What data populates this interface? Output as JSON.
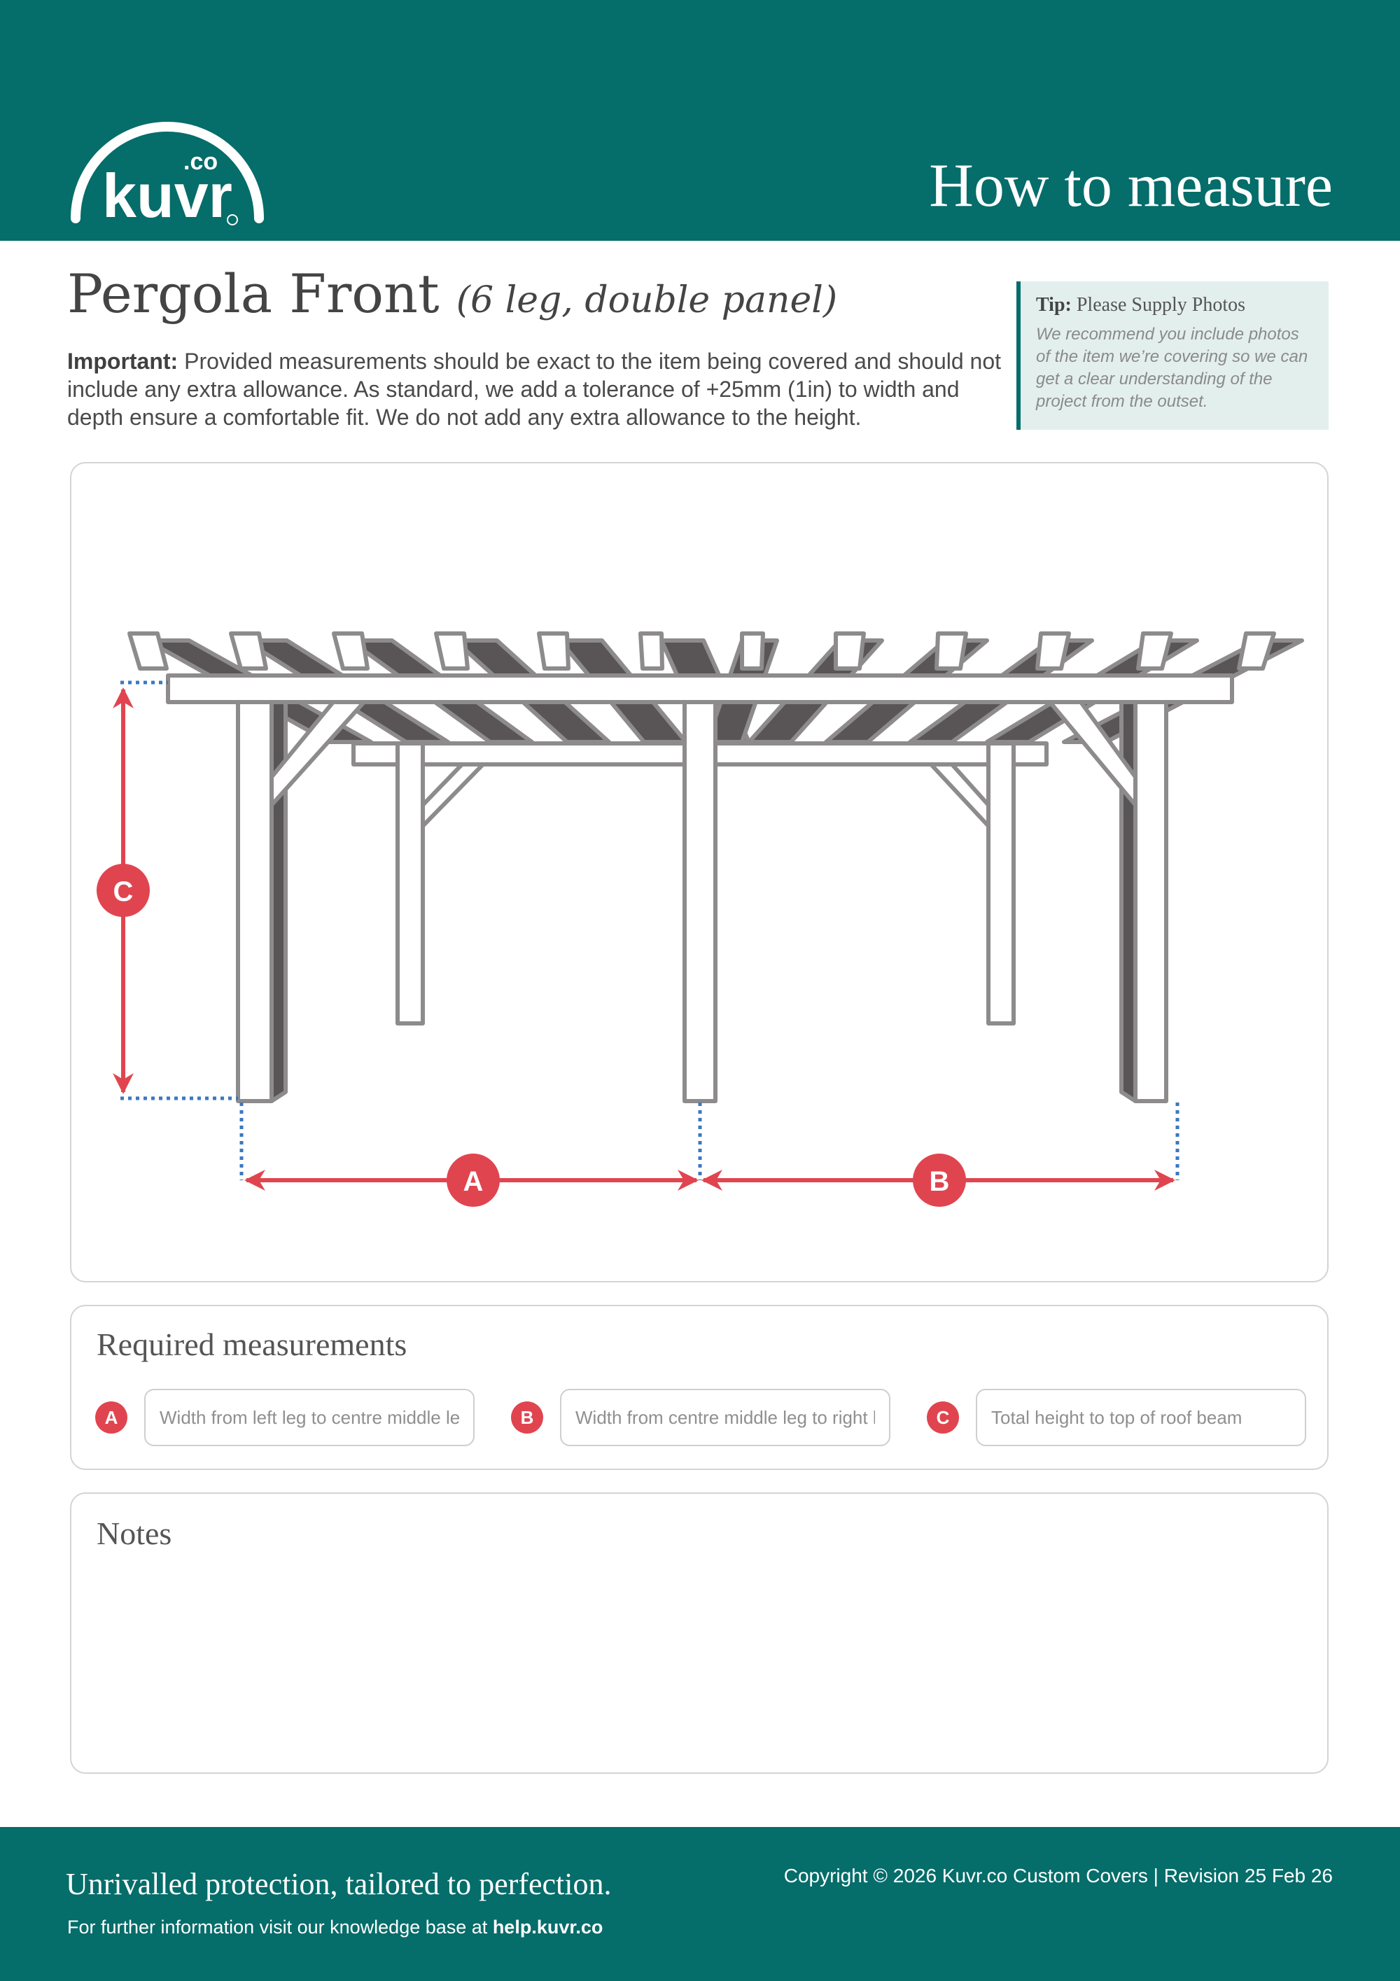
{
  "header": {
    "logo_text": "kuvr",
    "logo_tld": ".co",
    "title": "How to measure"
  },
  "page": {
    "title": "Pergola Front",
    "subtitle": "(6 leg, double panel)",
    "important_label": "Important:",
    "important_text": "Provided measurements should be exact to the item being covered and should not include any extra allowance. As standard, we add a tolerance of +25mm (1in) to width and depth ensure a comfortable fit. We do not add any extra allowance to the height."
  },
  "tip": {
    "label": "Tip:",
    "title": "Please Supply Photos",
    "body": "We recommend you include photos of the item we’re covering so we can get a clear understanding of the project from the outset."
  },
  "diagram": {
    "markers": [
      "A",
      "B",
      "C"
    ],
    "colors": {
      "arrow": "#e0454f",
      "guide": "#3a78c2",
      "wood_light": "#ffffff",
      "wood_dark": "#595556",
      "outline": "#8d8b8b"
    }
  },
  "measurements": {
    "heading": "Required measurements",
    "fields": [
      {
        "marker": "A",
        "placeholder": "Width from left leg to centre middle leg"
      },
      {
        "marker": "B",
        "placeholder": "Width from centre middle leg to right leg"
      },
      {
        "marker": "C",
        "placeholder": "Total height to top of roof beam"
      }
    ]
  },
  "notes": {
    "heading": "Notes"
  },
  "footer": {
    "tagline": "Unrivalled protection, tailored to perfection.",
    "kb_text": "For further information visit our knowledge base at",
    "kb_link": "help.kuvr.co",
    "copyright": "Copyright © 2026 Kuvr.co Custom Covers  |  Revision 25 Feb 26"
  },
  "colors": {
    "brand": "#056d6a",
    "accent": "#e0454f",
    "tip_bg": "#e3efed"
  }
}
